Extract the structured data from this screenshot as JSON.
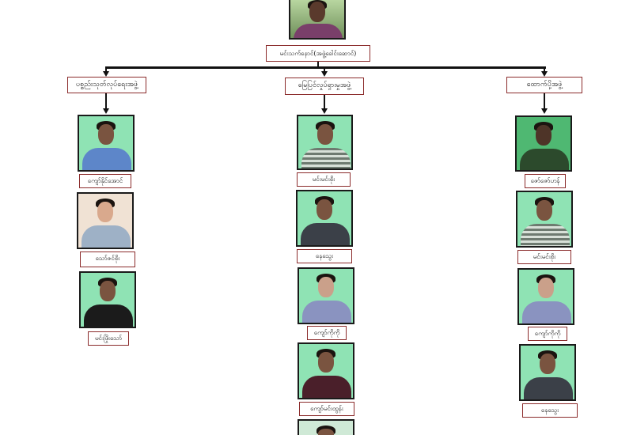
{
  "leader": {
    "name": "မင်းသက်နောင်(အဖွဲ့ခေါင်းဆောင်)"
  },
  "groups": [
    {
      "title": "ပစ္စည်းသုတ်လုပ်ရေးအဖွဲ့",
      "members": [
        "ကျော်နိုင်အောင်",
        "သော်ဇင်စိုး",
        "မင်းဖြိုးသော်"
      ]
    },
    {
      "title": "မြေပြင်လှုပ်ရှားမှုအဖွဲ့",
      "members": [
        "မင်းမင်းစိုး",
        "နေသွေး",
        "ကျော်ကိုကို",
        "ကျော်မင်းထွန်း"
      ]
    },
    {
      "title": "ထောက်ပို့အဖွဲ့",
      "members": [
        "ဇော်ဇော်ဟန်",
        "မင်းမင်းစိုး",
        "ကျော်ကိုကို",
        "နေသွေး"
      ]
    }
  ],
  "colors": {
    "border": "#8b2b2b",
    "photo_bg": "#8fe3b4",
    "line": "#111111"
  }
}
